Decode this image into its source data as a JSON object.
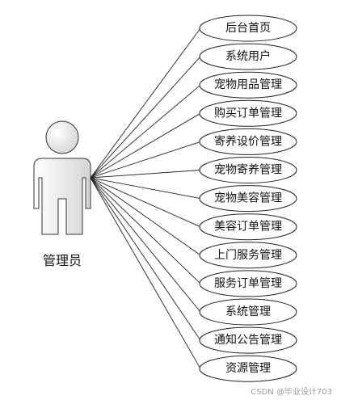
{
  "actor": {
    "label": "管理员",
    "icon": "actor-icon"
  },
  "use_cases": [
    "后台首页",
    "系统用户",
    "宠物用品管理",
    "购买订单管理",
    "寄养设价管理",
    "宠物寄养管理",
    "宠物美容管理",
    "美容订单管理",
    "上门服务管理",
    "服务订单管理",
    "系统管理",
    "通知公告管理",
    "资源管理"
  ],
  "watermark": "CSDN @毕业设计703"
}
